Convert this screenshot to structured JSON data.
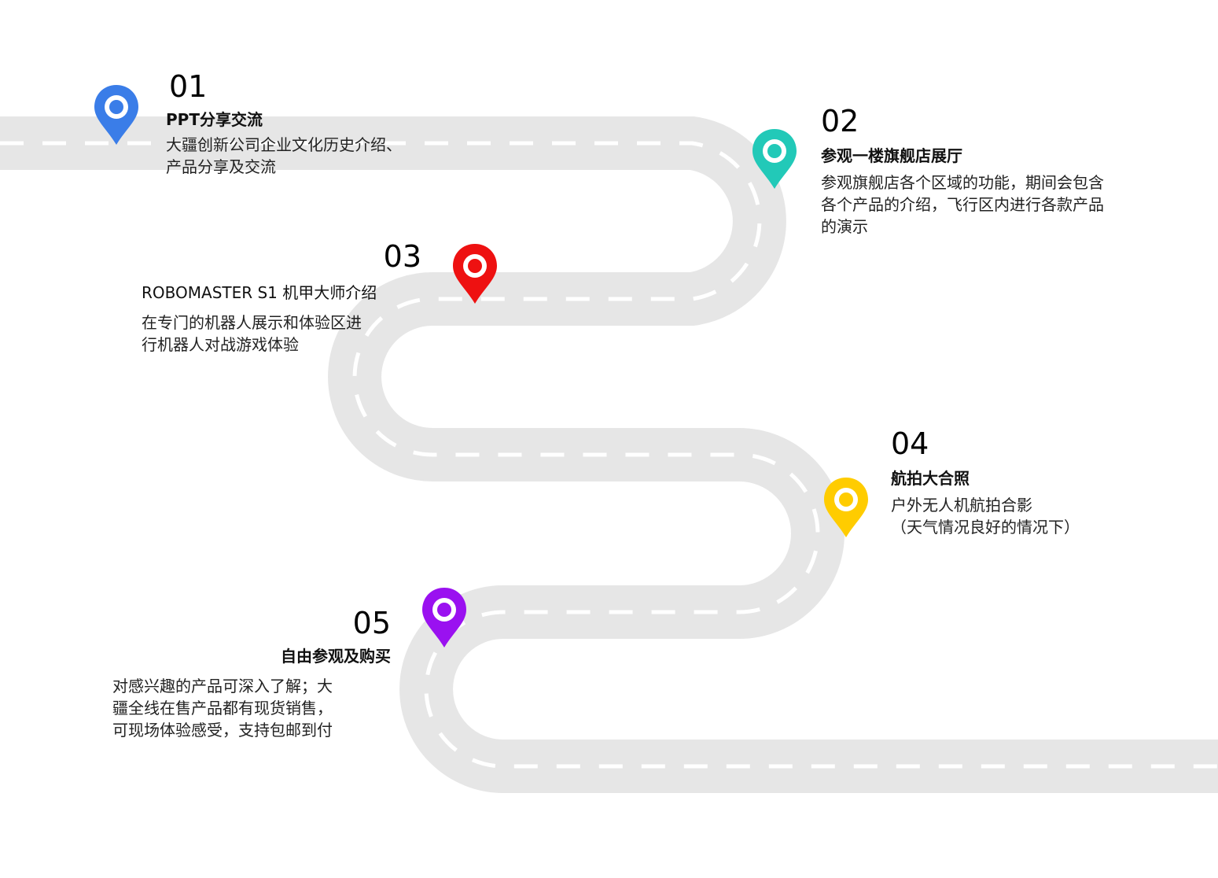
{
  "colors": {
    "road": "#e6e6e6",
    "dash": "#ffffff",
    "pin_blue": "#3a7de8",
    "pin_teal": "#22c9b8",
    "pin_red": "#ee1111",
    "pin_yellow": "#ffcc00",
    "pin_purple": "#9a11f0"
  },
  "stops": [
    {
      "number": "01",
      "title": "PPT分享交流",
      "description": "大疆创新公司企业文化历史介绍、\n产品分享及交流",
      "pin_icon": "location-pin-icon",
      "pin_color": "#3a7de8"
    },
    {
      "number": "02",
      "title": "参观一楼旗舰店展厅",
      "description": "参观旗舰店各个区域的功能，期间会包含\n各个产品的介绍，飞行区内进行各款产品\n的演示",
      "pin_icon": "location-pin-icon",
      "pin_color": "#22c9b8"
    },
    {
      "number": "03",
      "title": "ROBOMASTER S1 机甲大师介绍",
      "description": "在专门的机器人展示和体验区进\n行机器人对战游戏体验",
      "pin_icon": "location-pin-icon",
      "pin_color": "#ee1111"
    },
    {
      "number": "04",
      "title": "航拍大合照",
      "description": "户外无人机航拍合影\n（天气情况良好的情况下）",
      "pin_icon": "location-pin-icon",
      "pin_color": "#ffcc00"
    },
    {
      "number": "05",
      "title": "自由参观及购买",
      "description": "对感兴趣的产品可深入了解；大\n疆全线在售产品都有现货销售，\n可现场体验感受，支持包邮到付",
      "pin_icon": "location-pin-icon",
      "pin_color": "#9a11f0"
    }
  ]
}
